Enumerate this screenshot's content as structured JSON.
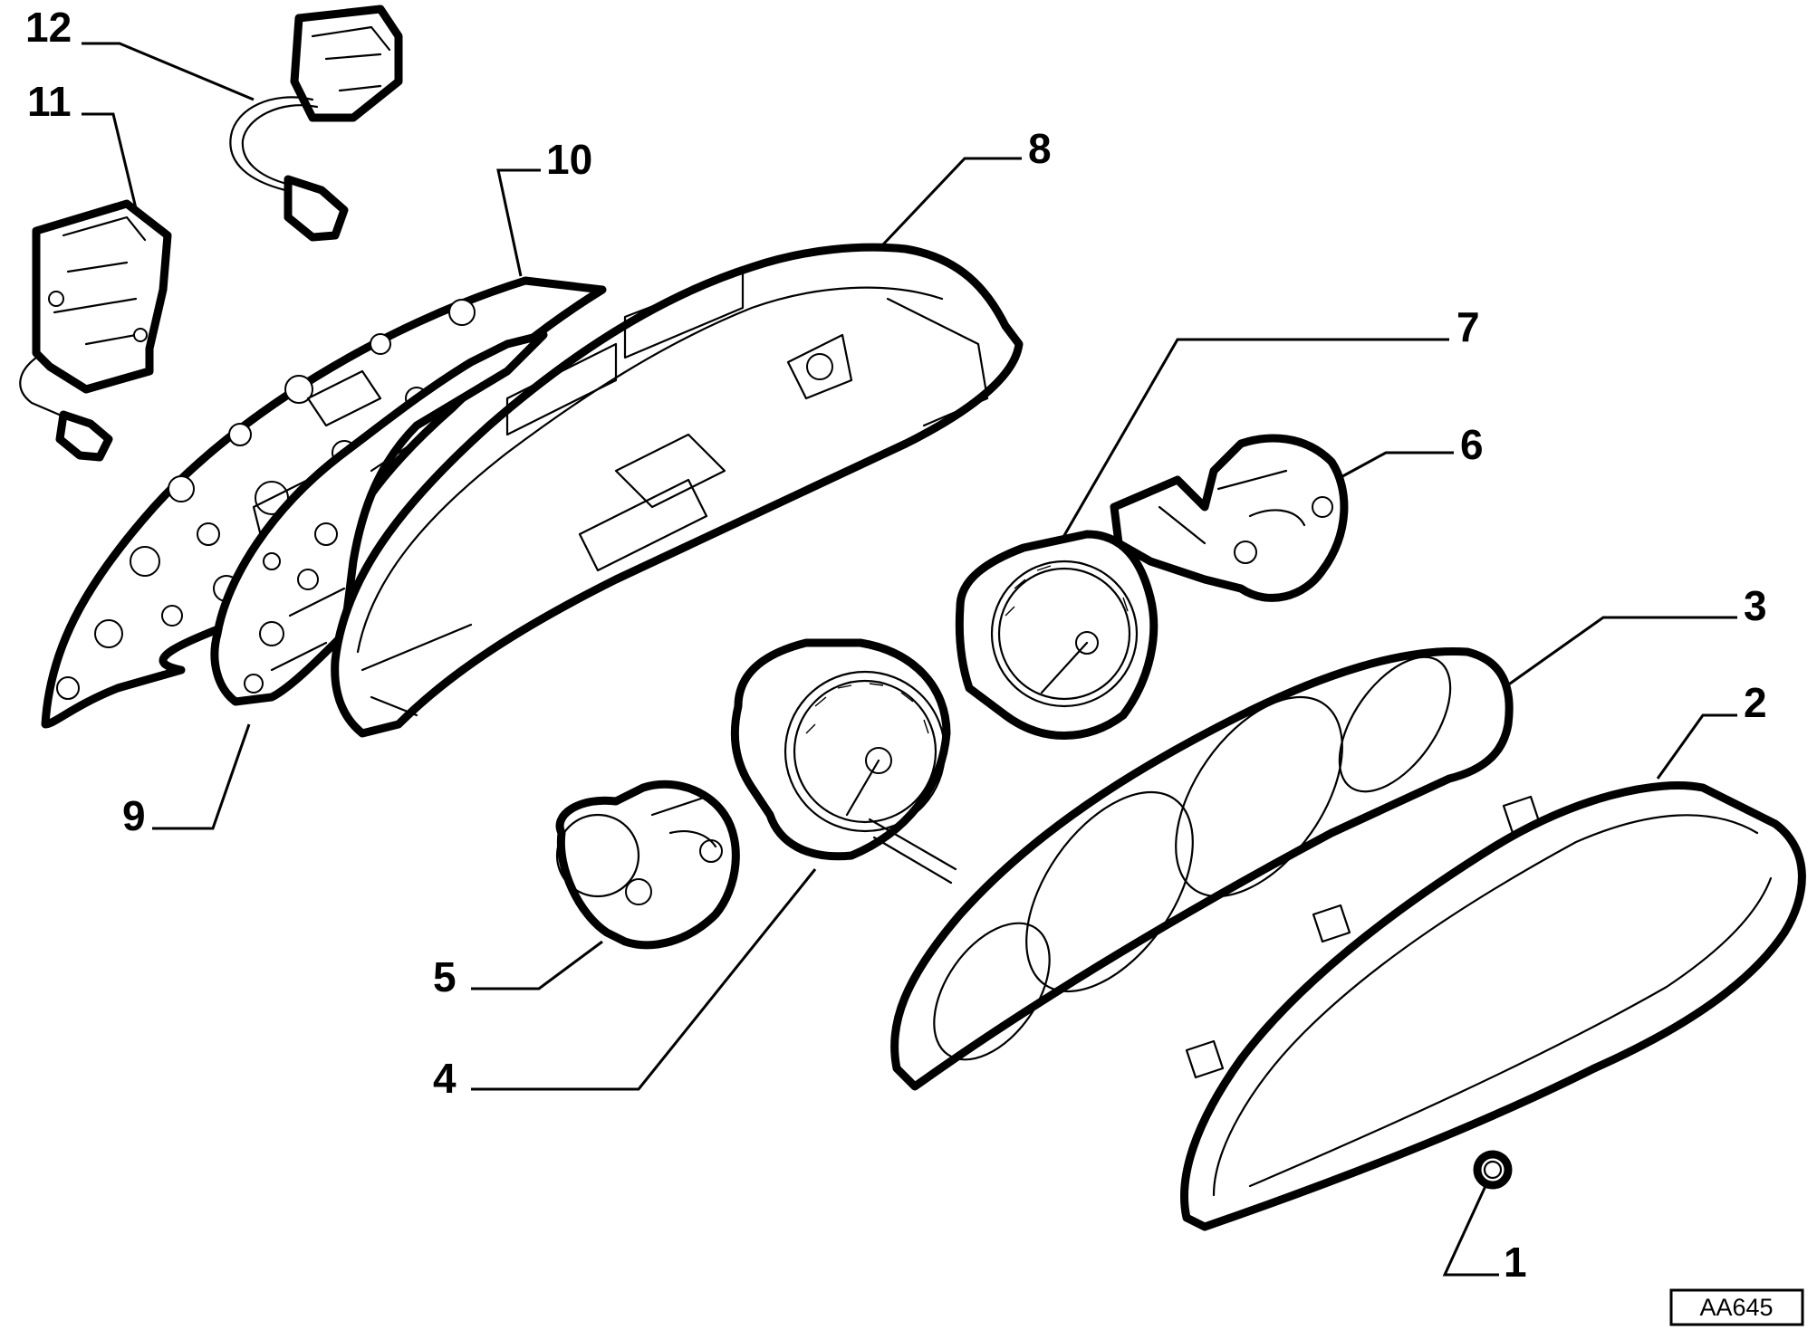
{
  "callouts": {
    "c1": "1",
    "c2": "2",
    "c3": "3",
    "c4": "4",
    "c5": "5",
    "c6": "6",
    "c7": "7",
    "c8": "8",
    "c9": "9",
    "c10": "10",
    "c11": "11",
    "c12": "12"
  },
  "reference_code": "AA645"
}
